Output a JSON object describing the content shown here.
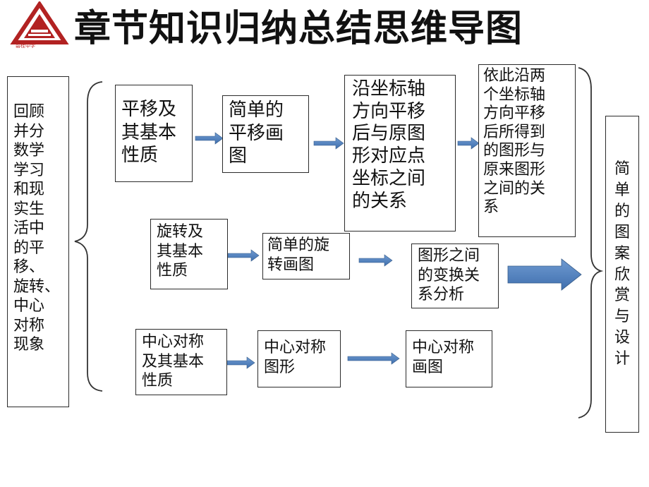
{
  "slide": {
    "title": "章节知识归纳总结思维导图",
    "logo_text": "碧桂中学"
  },
  "colors": {
    "arrow": "#4f81bd",
    "arrow_edge": "#385d8a",
    "logo_red": "#b22222",
    "border": "#2b2b2b"
  },
  "diagram": {
    "left_box": "回顾\n并分\n数学\n学习\n和现\n实生\n活中\n的平\n移、\n旋转、\n中心\n对称\n现象",
    "right_box": "简\n单\n的\n图\n案\n欣\n赏\n与\n设\n计",
    "row1": {
      "b1": "平移及\n其基本\n性质",
      "b2": "简单的\n平移画\n图",
      "b3": "沿坐标轴\n方向平移\n后与原图\n形对应点\n坐标之间\n的关系",
      "b4": "依此沿两\n个坐标轴\n方向平移\n后所得到\n的图形与\n原来图形\n之间的关\n系"
    },
    "row2": {
      "b1": "旋转及\n其基本\n性质",
      "b2": "简单的旋\n转画图",
      "b3": "图形之间\n的变换关\n系分析"
    },
    "row3": {
      "b1": "中心对称\n及其基本\n性质",
      "b2": "中心对称\n图形",
      "b3": "中心对称\n画图"
    }
  }
}
